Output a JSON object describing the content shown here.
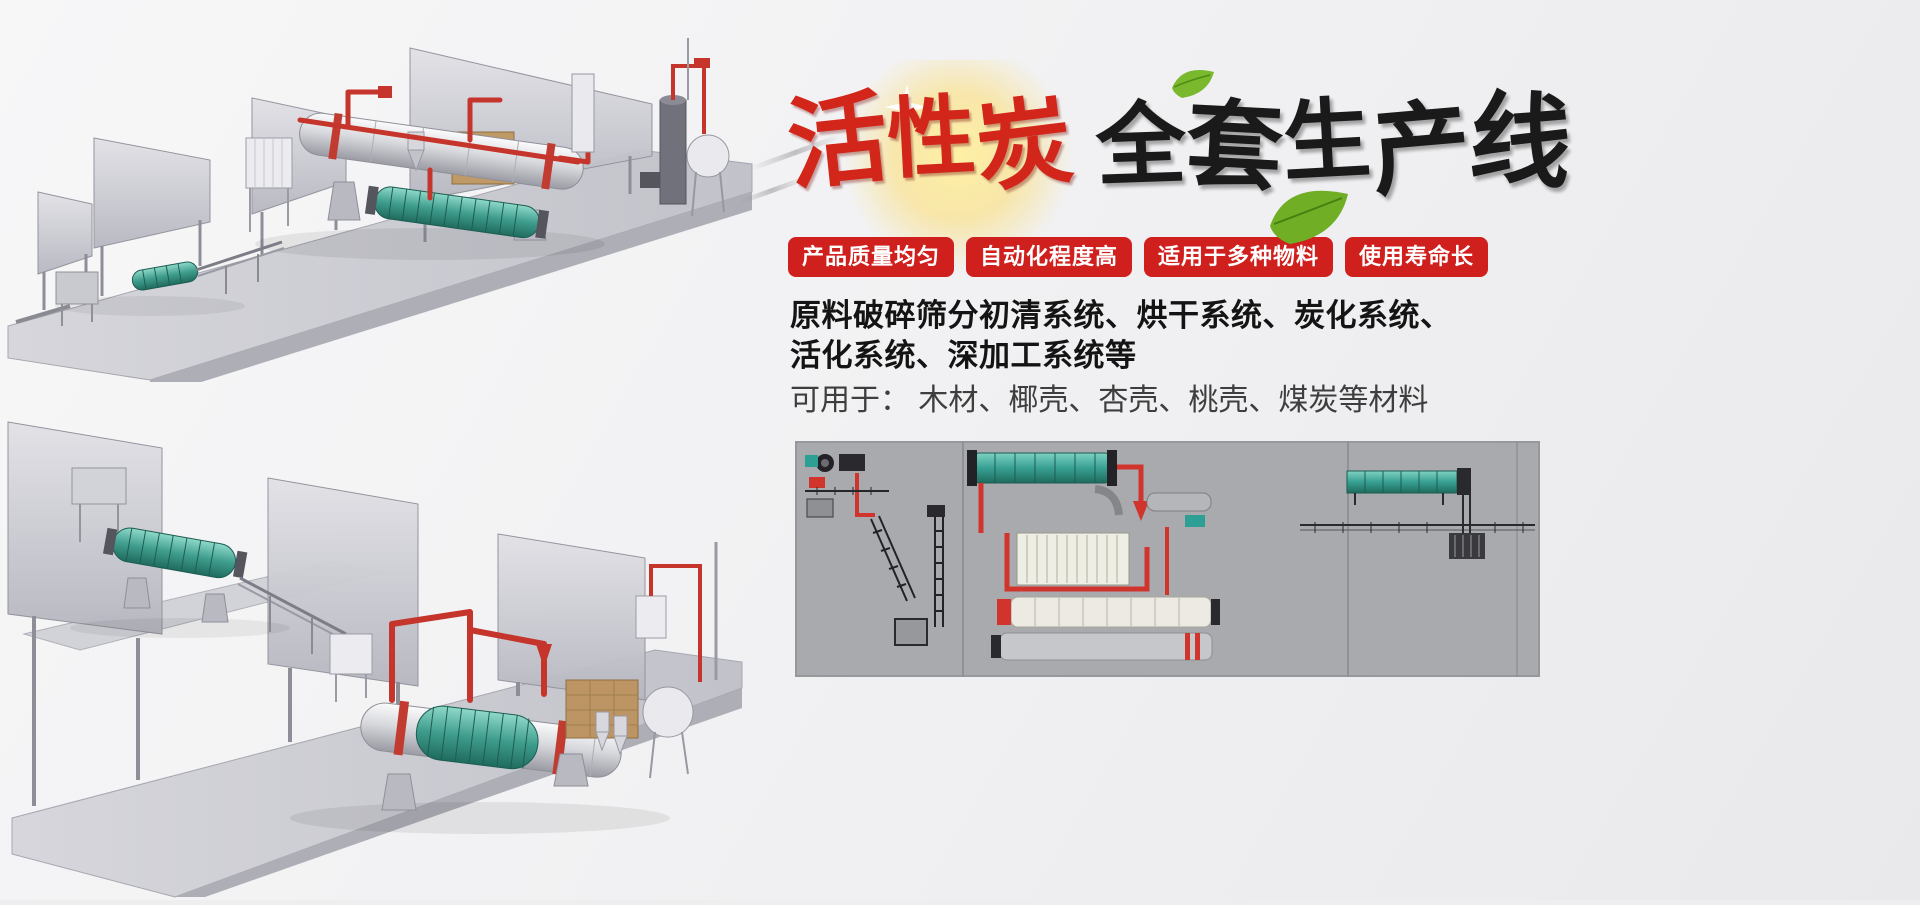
{
  "title": {
    "chars": [
      "活",
      "性",
      "炭",
      "全",
      "套",
      "生",
      "产",
      "线"
    ],
    "full_text": "活性炭全套生产线"
  },
  "colors": {
    "title-red": "#d3261b",
    "title-black": "#1a1a1a",
    "accent-red": "#d0201e",
    "pipe-red": "#c5352b",
    "drum-teal": "#3f9d8d",
    "panel-gray": "#a8aaad"
  },
  "badges": {
    "items": [
      "产品质量均匀",
      "自动化程度高",
      "适用于多种物料",
      "使用寿命长"
    ]
  },
  "description": {
    "line1": "原料破碎筛分初清系统、烘干系统、炭化系统、",
    "line2": "活化系统、深加工系统等",
    "line3": "可用于： 木材、椰壳、杏壳、桃壳、煤炭等材料"
  }
}
